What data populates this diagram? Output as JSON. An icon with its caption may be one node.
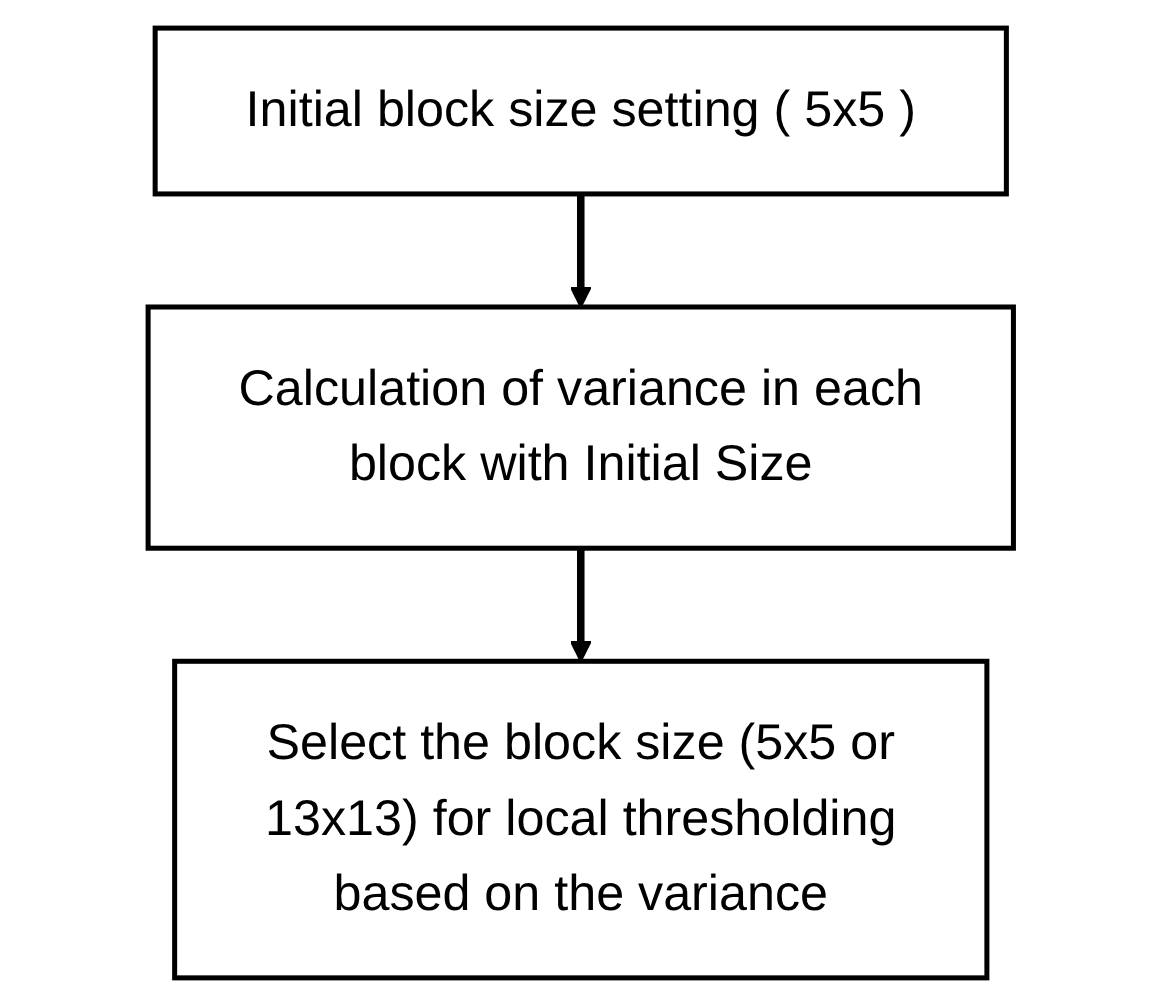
{
  "diagram": {
    "nodes": [
      {
        "text": [
          "Initial block size setting ( 5x5 )"
        ]
      },
      {
        "text": [
          "Calculation of variance in each block with Initial Size"
        ]
      },
      {
        "text": [
          "Select the block size (5x5 or 13x13) for local thresholding based on the variance"
        ]
      }
    ],
    "edges": [
      {
        "from": 0,
        "to": 1,
        "arrow": "to"
      },
      {
        "from": 1,
        "to": 2,
        "arrow": "to"
      }
    ]
  }
}
